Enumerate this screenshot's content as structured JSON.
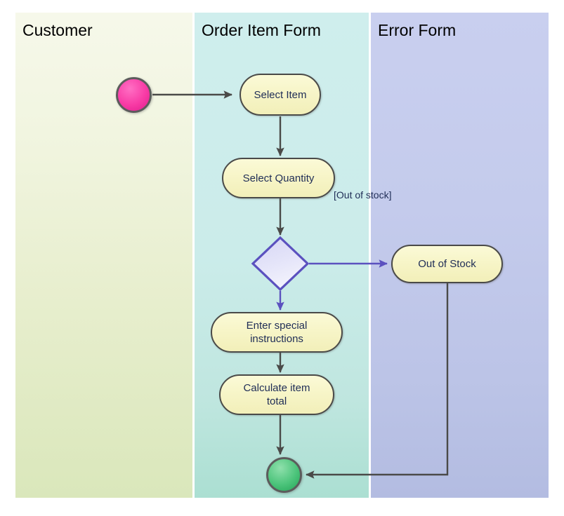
{
  "diagram": {
    "type": "uml-activity-diagram-with-swimlanes",
    "background": "#ffffff"
  },
  "lanes": [
    {
      "id": "customer",
      "title": "Customer",
      "fill_top": "#f6f8ea",
      "fill_bottom": "#dae7bb"
    },
    {
      "id": "order-item",
      "title": "Order Item Form",
      "fill_top": "#cfeeed",
      "fill_bottom": "#abdfd2"
    },
    {
      "id": "error",
      "title": "Error Form",
      "fill_top": "#c9cfef",
      "fill_bottom": "#b3bce1"
    }
  ],
  "nodes": {
    "start": {
      "kind": "initial-node",
      "lane": "customer",
      "color": "#f83ba5",
      "border": "#5c5c5c"
    },
    "select_item": {
      "kind": "action",
      "lane": "order-item",
      "label": "Select Item"
    },
    "select_qty": {
      "kind": "action",
      "lane": "order-item",
      "label": "Select Quantity"
    },
    "decision": {
      "kind": "decision",
      "lane": "order-item",
      "fill": "#dcdcf6",
      "border": "#5b51bf"
    },
    "out_of_stock": {
      "kind": "action",
      "lane": "error",
      "label": "Out of Stock"
    },
    "enter_special": {
      "kind": "action",
      "lane": "order-item",
      "label_line1": "Enter special",
      "label_line2": "instructions"
    },
    "calc_total": {
      "kind": "action",
      "lane": "order-item",
      "label_line1": "Calculate item",
      "label_line2": "total"
    },
    "end": {
      "kind": "final-node",
      "lane": "order-item",
      "color": "#2fae63",
      "border": "#5c5c5c"
    }
  },
  "edges": [
    {
      "from": "start",
      "to": "select_item",
      "color": "#4a4a48"
    },
    {
      "from": "select_item",
      "to": "select_qty",
      "color": "#4a4a48"
    },
    {
      "from": "select_qty",
      "to": "decision",
      "color": "#4a4a48"
    },
    {
      "from": "decision",
      "to": "out_of_stock",
      "color": "#5b51bf",
      "guard": "[Out of stock]"
    },
    {
      "from": "decision",
      "to": "enter_special",
      "color": "#5b51bf"
    },
    {
      "from": "enter_special",
      "to": "calc_total",
      "color": "#4a4a48"
    },
    {
      "from": "calc_total",
      "to": "end",
      "color": "#4a4a48"
    },
    {
      "from": "out_of_stock",
      "to": "end",
      "color": "#4a4a48"
    }
  ],
  "labels": {
    "guard_out_of_stock": "[Out of stock]"
  },
  "colors": {
    "node_fill_top": "#fbfad7",
    "node_fill_bottom": "#f2efb9",
    "node_border": "#4a4a48",
    "node_text": "#1f2d56",
    "edge_gray": "#4a4a48",
    "edge_purple": "#5b51bf",
    "title_text": "#000000"
  }
}
